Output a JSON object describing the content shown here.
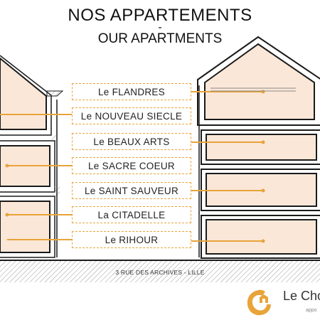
{
  "title": "NOS APPARTEMENTS",
  "title_dash": "-",
  "subtitle": "OUR APARTMENTS",
  "apartments": [
    {
      "label": "Le FLANDRES"
    },
    {
      "label": "Le NOUVEAU SIECLE"
    },
    {
      "label": "Le BEAUX ARTS"
    },
    {
      "label": "Le SACRE COEUR"
    },
    {
      "label": "Le SAINT SAUVEUR"
    },
    {
      "label": "La CITADELLE"
    },
    {
      "label": "Le RIHOUR"
    }
  ],
  "address": "3 RUE DES ARCHIVES - LILLE",
  "brand": {
    "name": "Le Cho",
    "tag": "appo"
  },
  "colors": {
    "accent": "#e8a43a",
    "room_fill": "#fbe7d8",
    "wall": "#1a1a1a"
  }
}
